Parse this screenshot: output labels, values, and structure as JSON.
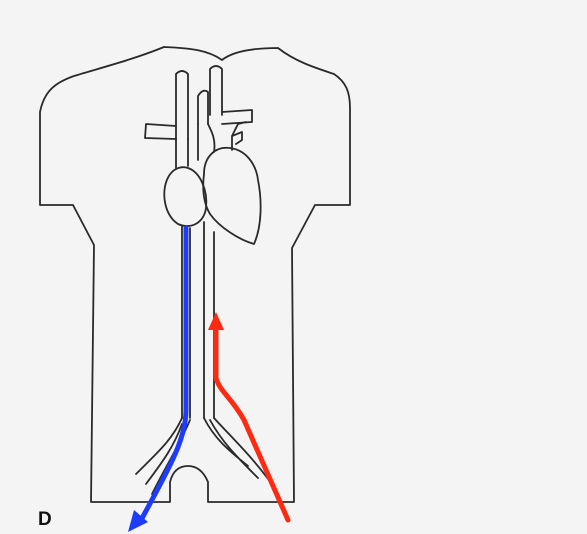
{
  "figure": {
    "panel_label": "D",
    "background_color": "#f4f4f4",
    "line_color": "#2a2a2a"
  },
  "arrows": {
    "venous": {
      "color": "#1e3cff",
      "direction": "down"
    },
    "arterial": {
      "color": "#ff2a12",
      "direction": "up"
    }
  }
}
